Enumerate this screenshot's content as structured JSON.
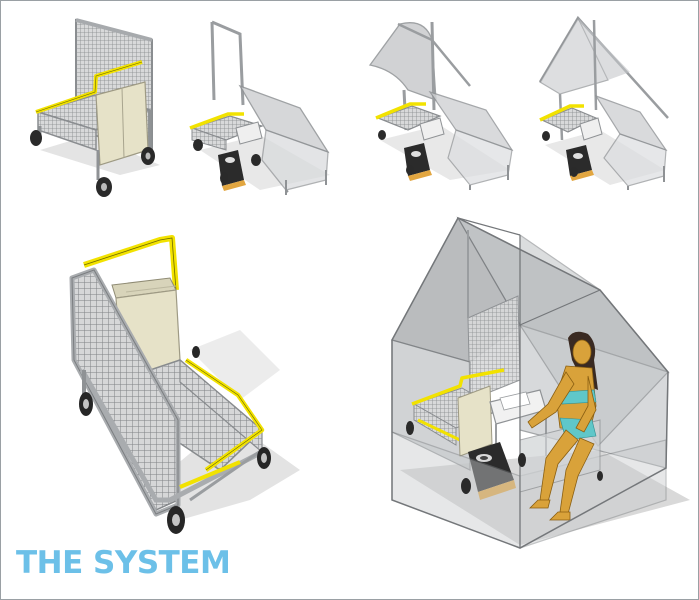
{
  "caption": {
    "title": "THE SYSTEM"
  },
  "colors": {
    "accent_yellow": "#f2e200",
    "metal": "#b9bcbf",
    "mesh": "#8a8d90",
    "panel_cream": "#e6e2c8",
    "tent_fill": "#b3b6b8",
    "skin": "#d9a23a",
    "swimsuit": "#5fc7c9",
    "title_blue": "#6cc0e8"
  },
  "figure": {
    "stages": [
      {
        "name": "folded-cart"
      },
      {
        "name": "cart-with-frame-extended"
      },
      {
        "name": "cart-with-canopy-opening"
      },
      {
        "name": "cart-with-roof-frame"
      },
      {
        "name": "cart-detail-view"
      },
      {
        "name": "assembled-shelter-with-occupant"
      }
    ]
  }
}
